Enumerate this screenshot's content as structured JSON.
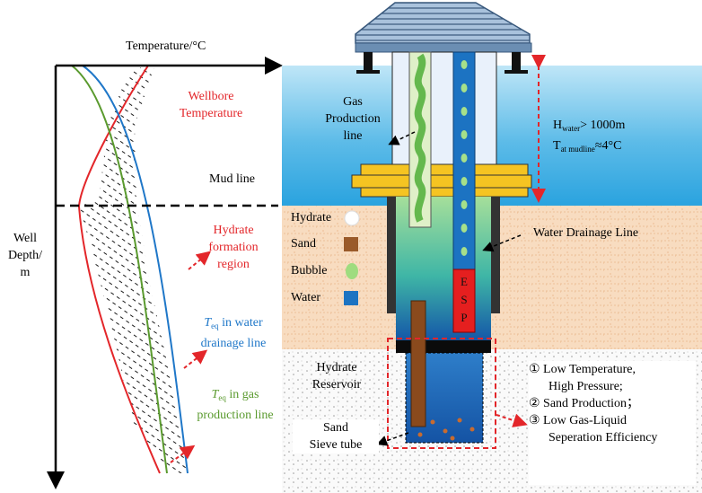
{
  "left_chart": {
    "x_axis_label": "Temperature/°C",
    "y_axis_label_lines": [
      "Well",
      "Depth/",
      "m"
    ],
    "curve_wellbore_lines": [
      "Wellbore",
      "Temperature"
    ],
    "mud_line": "Mud line",
    "hydrate_region_lines": [
      "Hydrate",
      "formation",
      "region"
    ],
    "teq_water_lines": [
      "T",
      "eq",
      " in water",
      "drainage line"
    ],
    "teq_gas_lines": [
      "T",
      "eq",
      " in gas",
      "production line"
    ]
  },
  "well": {
    "gas_production_lines": [
      "Gas",
      "Production",
      "line"
    ],
    "water_depth": {
      "h": "H",
      "h_sub": "water",
      "h_val": "> 1000m",
      "t": "T",
      "t_sub": "at mudline",
      "t_val": "≈4°C"
    },
    "water_drainage": "Water Drainage Line",
    "esp": [
      "E",
      "S",
      "P"
    ],
    "hydrate_reservoir_lines": [
      "Hydrate",
      "Reservoir"
    ],
    "sand_sieve_lines": [
      "Sand",
      "Sieve tube"
    ]
  },
  "legend": [
    {
      "label": "Hydrate",
      "symbol": "white-circle"
    },
    {
      "label": "Sand",
      "symbol": "brown-square"
    },
    {
      "label": "Bubble",
      "symbol": "green-oval"
    },
    {
      "label": "Water",
      "symbol": "blue-square"
    }
  ],
  "issues": [
    "① Low Temperature,",
    "High Pressure;",
    "② Sand Production；",
    "③ Low Gas-Liquid",
    "Seperation Efficiency"
  ],
  "colors": {
    "curve_red": "#e3262a",
    "curve_blue": "#1f77c8",
    "curve_green": "#5a9a2e",
    "sea": "#56b8e6",
    "esp": "#e51f1f"
  }
}
